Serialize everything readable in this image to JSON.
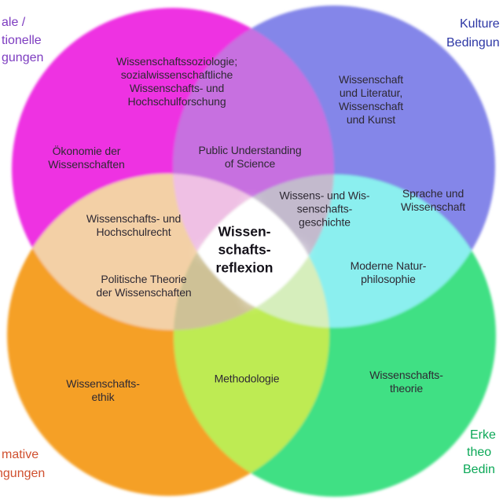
{
  "diagram": {
    "center_title": "Wissen-\nschafts-\nreflexion",
    "circles": {
      "magenta": "#ee33e2",
      "blue": "#8486e9",
      "orange": "#f5a028",
      "green": "#3fe084"
    },
    "overlaps": {
      "magenta_blue": "#c76fe0",
      "magenta_orange": "#f3d0a6",
      "blue_green": "#8befef",
      "orange_green": "#beeb52",
      "magenta_blue_orange": "#efc0e4",
      "magenta_blue_green": "#c3bacd",
      "magenta_orange_green": "#cec196",
      "blue_orange_green": "#d6eebc",
      "center": "#ffffff"
    },
    "regions": {
      "soziologie": "Wissenschaftssoziologie;\nsozialwissenschaftliche\nWissenschafts- und\nHochschulforschung",
      "oekonomie": "Ökonomie der\nWissenschaften",
      "public_understanding": "Public Understanding\nof Science",
      "literatur_kunst": "Wissenschaft\nund Literatur,\nWissenschaft\nund Kunst",
      "sprache": "Sprache und\nWissenschaft",
      "geschichte": "Wissens- und Wis-\nsenschafts-\ngeschichte",
      "hochschulrecht": "Wissenschafts- und\nHochschulrecht",
      "politische_theorie": "Politische Theorie\nder Wissenschaften",
      "naturphilosophie": "Moderne Natur-\nphilosophie",
      "ethik": "Wissenschafts-\nethik",
      "methodologie": "Methodologie",
      "theorie": "Wissenschafts-\ntheorie"
    },
    "corner_labels": {
      "top_left": {
        "text": "ale /\ntionelle\ngungen",
        "color": "#7d3cc0"
      },
      "top_right": {
        "line1": "Kulture",
        "line2": "Bedingun",
        "color": "#2d37a5"
      },
      "bottom_left": {
        "line1": "mative",
        "line2": "ngungen",
        "color": "#d0502f"
      },
      "bottom_right": {
        "line1": "Erke",
        "line2": "theo",
        "line3": "Bedin",
        "color": "#0ba857"
      }
    }
  }
}
